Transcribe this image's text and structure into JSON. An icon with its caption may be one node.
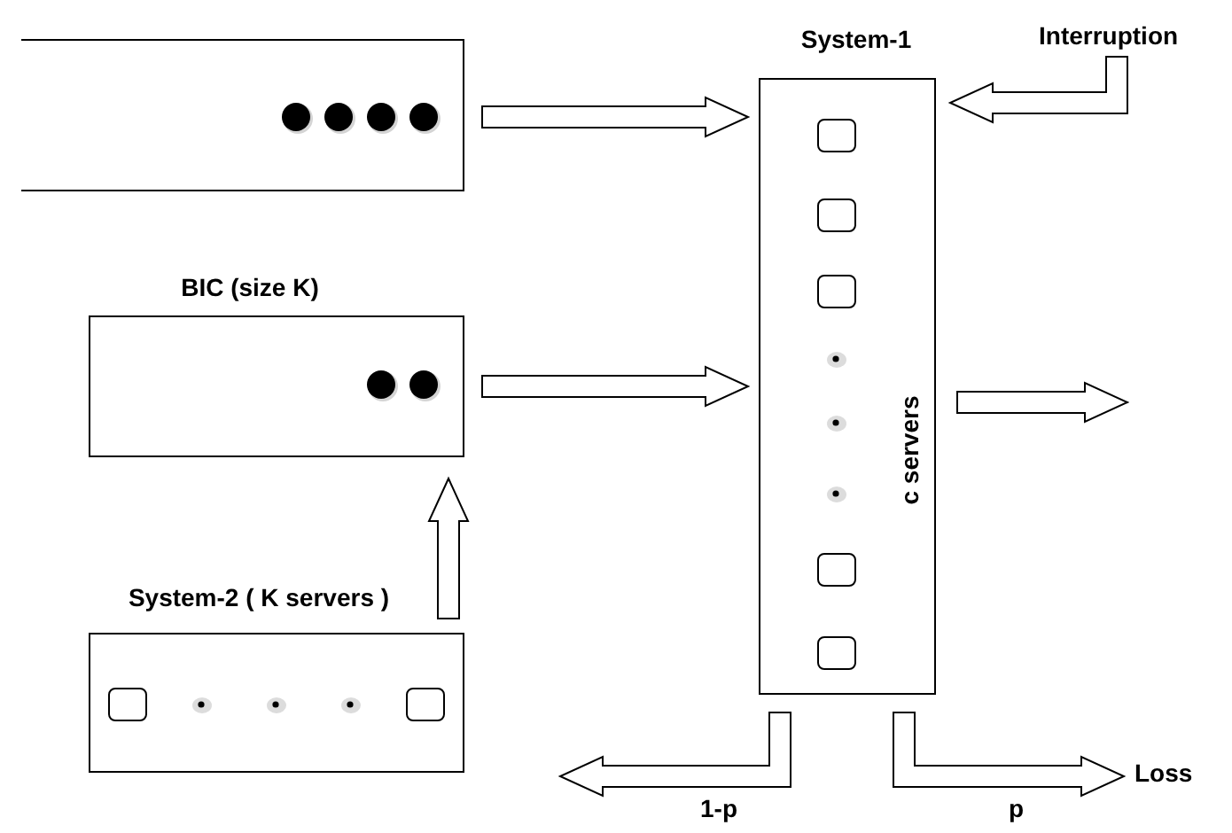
{
  "diagram": {
    "nodes": [
      {
        "text": [],
        "shape": "box"
      },
      {
        "text": [
          "BIC (size K)"
        ]
      },
      {
        "text": [
          "System-2 ( K servers )"
        ]
      },
      {
        "text": [
          "System-1",
          "c servers"
        ]
      },
      {
        "text": [
          "Interruption"
        ]
      },
      {
        "text": [
          "Loss"
        ]
      }
    ],
    "edges": [
      {
        "from": 0,
        "to": 3,
        "arrow": "to"
      },
      {
        "from": 1,
        "to": 3,
        "arrow": "to"
      },
      {
        "from": 2,
        "to": 1,
        "arrow": "to"
      },
      {
        "from": 4,
        "to": 3,
        "arrow": "to"
      },
      {
        "from": 3,
        "to": null,
        "arrow": "to"
      },
      {
        "from": 3,
        "to": null,
        "arrow": "to",
        "label": "1-p"
      },
      {
        "from": 3,
        "to": 5,
        "arrow": "to",
        "label": "p"
      }
    ]
  }
}
